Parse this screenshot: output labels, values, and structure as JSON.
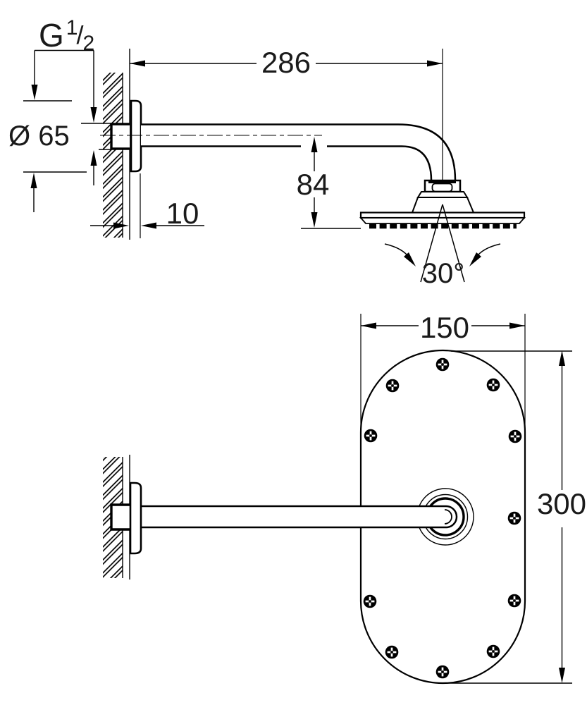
{
  "page": {
    "background_color": "#ffffff",
    "ink_color": "#000000"
  },
  "dimensions": {
    "thread_size": {
      "prefix": "G",
      "numerator": "1",
      "separator": "/",
      "denominator": "2"
    },
    "flange_diameter": "Ø 65",
    "arm_projection": "286",
    "head_drop_height": "84",
    "rosette_depth": "10",
    "spray_angle": "30°",
    "head_width": "150",
    "head_length": "300"
  }
}
